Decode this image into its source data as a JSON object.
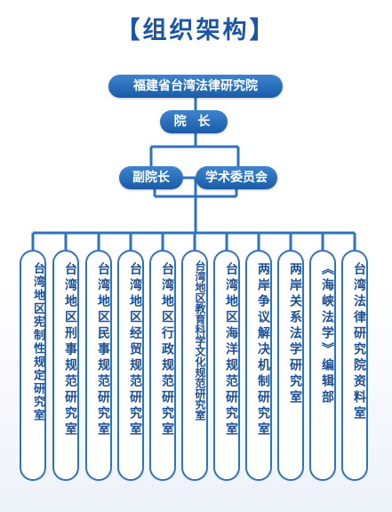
{
  "title": "【组织架构】",
  "root": "福建省台湾法律研究院",
  "president": "院 长",
  "vice_president": "副院长",
  "committee": "学术委员会",
  "departments": [
    "台湾地区宪制性规定研究室",
    "台湾地区刑事规范研究室",
    "台湾地区民事规范研究室",
    "台湾地区经贸规范研究室",
    "台湾地区行政规范研究室",
    "台湾地区教育科学文化规范研究室",
    "台湾地区海洋规范研究室",
    "两岸争议解决机制研究室",
    "两岸关系法学研究室",
    "《海峡法学》编辑部",
    "台湾法律研究院资料室"
  ],
  "colors": {
    "primary": "#1a5ba8",
    "line": "#2f73bf",
    "title": "#1b55a3",
    "text": "#1b4f95"
  }
}
